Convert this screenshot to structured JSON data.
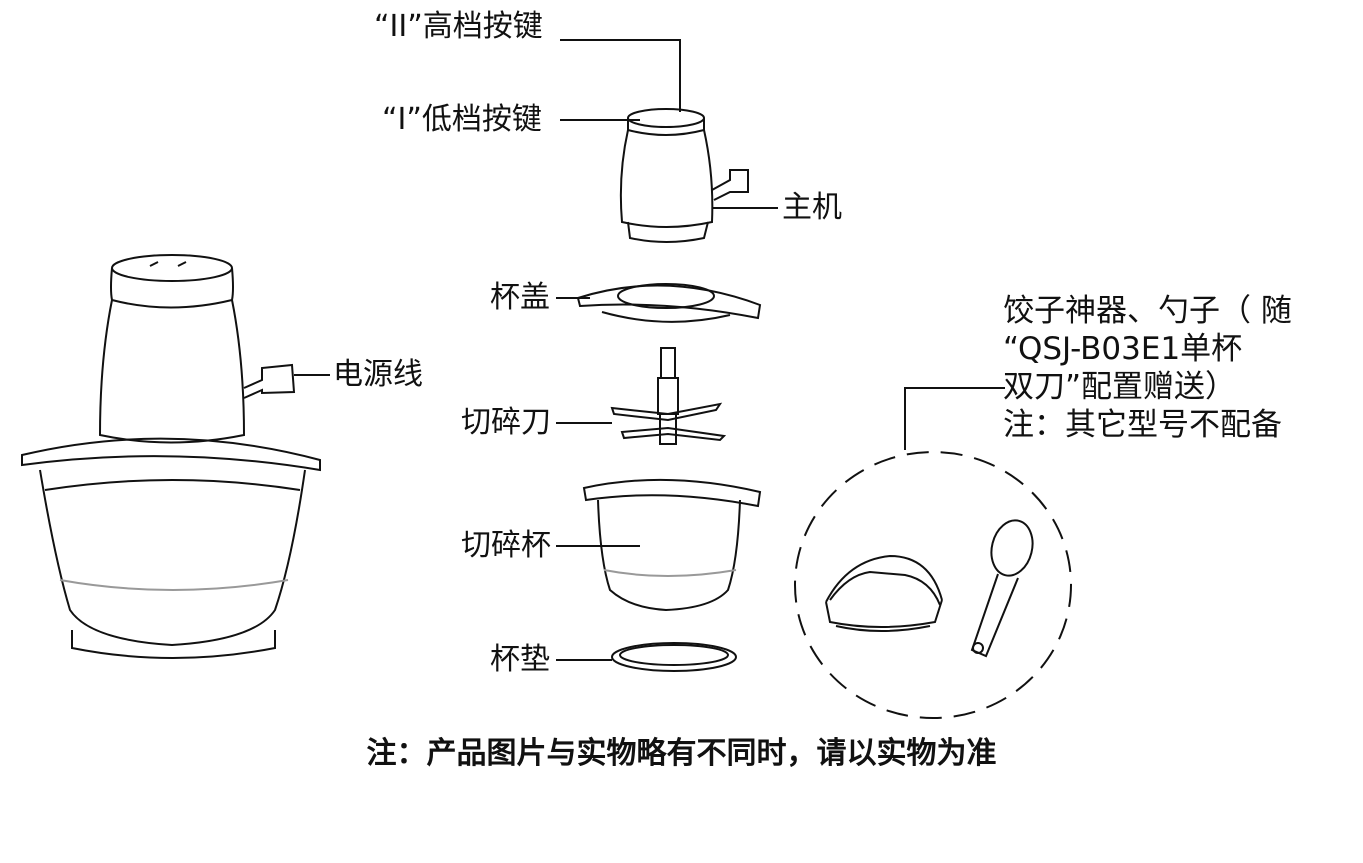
{
  "labels": {
    "high_button": "“II”高档按键",
    "low_button": "“I”低档按键",
    "motor_unit": "主机",
    "power_cord": "电源线",
    "cup_lid": "杯盖",
    "chopping_blade": "切碎刀",
    "chopping_cup": "切碎杯",
    "cup_pad": "杯垫"
  },
  "accessory_note": {
    "lines": [
      "饺子神器、勺子（ 随",
      "“QSJ-B03E1单杯",
      "双刀”配置赠送）",
      "注：其它型号不配备"
    ]
  },
  "footer_note": "注：产品图片与实物略有不同时，请以实物为准",
  "colors": {
    "line": "#111111",
    "background": "#ffffff"
  }
}
